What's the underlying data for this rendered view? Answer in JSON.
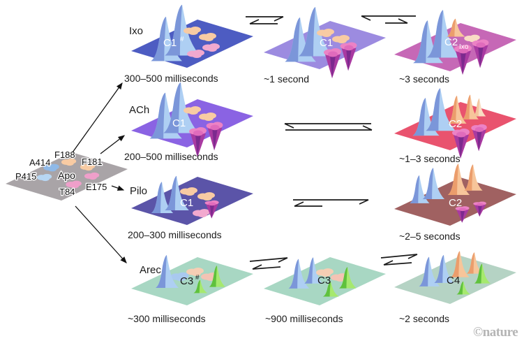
{
  "apo_panel": {
    "label": "Apo",
    "residues": {
      "a414": "A414",
      "f188": "F188",
      "f181": "F181",
      "p415": "P415",
      "e175": "E175",
      "t84": "T84"
    }
  },
  "rows": {
    "ixo": {
      "ligand": "Ixo",
      "panels": [
        {
          "state": "C1",
          "sup": "#",
          "time": "300–500 milliseconds"
        },
        {
          "state": "C1",
          "time": "~1 second"
        },
        {
          "state": "C2",
          "sub": "Ixo",
          "time": "~3 seconds"
        }
      ]
    },
    "ach": {
      "ligand": "ACh",
      "panels": [
        {
          "state": "C1",
          "time": "200–500 milliseconds"
        },
        {
          "state": "C2",
          "time": "~1–3 seconds"
        }
      ]
    },
    "pilo": {
      "ligand": "Pilo",
      "panels": [
        {
          "state": "C1",
          "time": "200–300 milliseconds"
        },
        {
          "state": "C2",
          "time": "~2–5 seconds"
        }
      ]
    },
    "arec": {
      "ligand": "Arec",
      "panels": [
        {
          "state": "C3",
          "sup": "#",
          "time": "~300 milliseconds"
        },
        {
          "state": "C3",
          "time": "~900 milliseconds"
        },
        {
          "state": "C4",
          "time": "~2 seconds"
        }
      ]
    }
  },
  "watermark": "©nature",
  "colors": {
    "panel_apo": "#a9a4a7",
    "panel_ixo_1": "#4d5cc2",
    "panel_ixo_2": "#9c8be0",
    "panel_ixo_3": "#c668b6",
    "panel_ach_1": "#8a63e3",
    "panel_ach_2": "#e9536e",
    "panel_pilo_1": "#5b54a8",
    "panel_pilo_2": "#a06161",
    "panel_arec_1": "#a8d7c3",
    "panel_arec_2": "#a8d7c3",
    "panel_arec_3": "#b5d3c4",
    "peak_blue": "#aecff3",
    "peak_orange": "#f7c59a",
    "peak_green": "#a6e96e",
    "cone_magenta": "#a93aa1",
    "blob_orange": "#f8cba3",
    "blob_pink": "#f2a9cf",
    "arrow": "#1a1a1a",
    "watermark_gray": "#b5b5b5"
  }
}
